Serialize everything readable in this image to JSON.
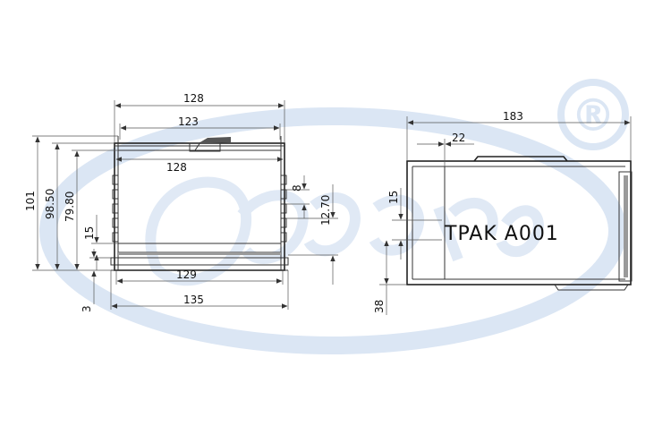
{
  "drawing": {
    "front_view": {
      "dims": {
        "width_outer": "128",
        "width_inner": "123",
        "width_top_inner": "128",
        "width_bottom": "129",
        "width_base": "135",
        "height_total": "101",
        "height_98": "98.50",
        "height_79": "79.80",
        "height_15": "15",
        "height_8": "8",
        "height_12": "12.70",
        "offset_3": "3"
      }
    },
    "side_view": {
      "dims": {
        "length": "183",
        "offset_22": "22",
        "height_15": "15",
        "height_38": "38"
      },
      "part_label": "TPAK A001"
    },
    "watermark": {
      "registered_mark": "®",
      "color": "#dbe6f4"
    }
  }
}
